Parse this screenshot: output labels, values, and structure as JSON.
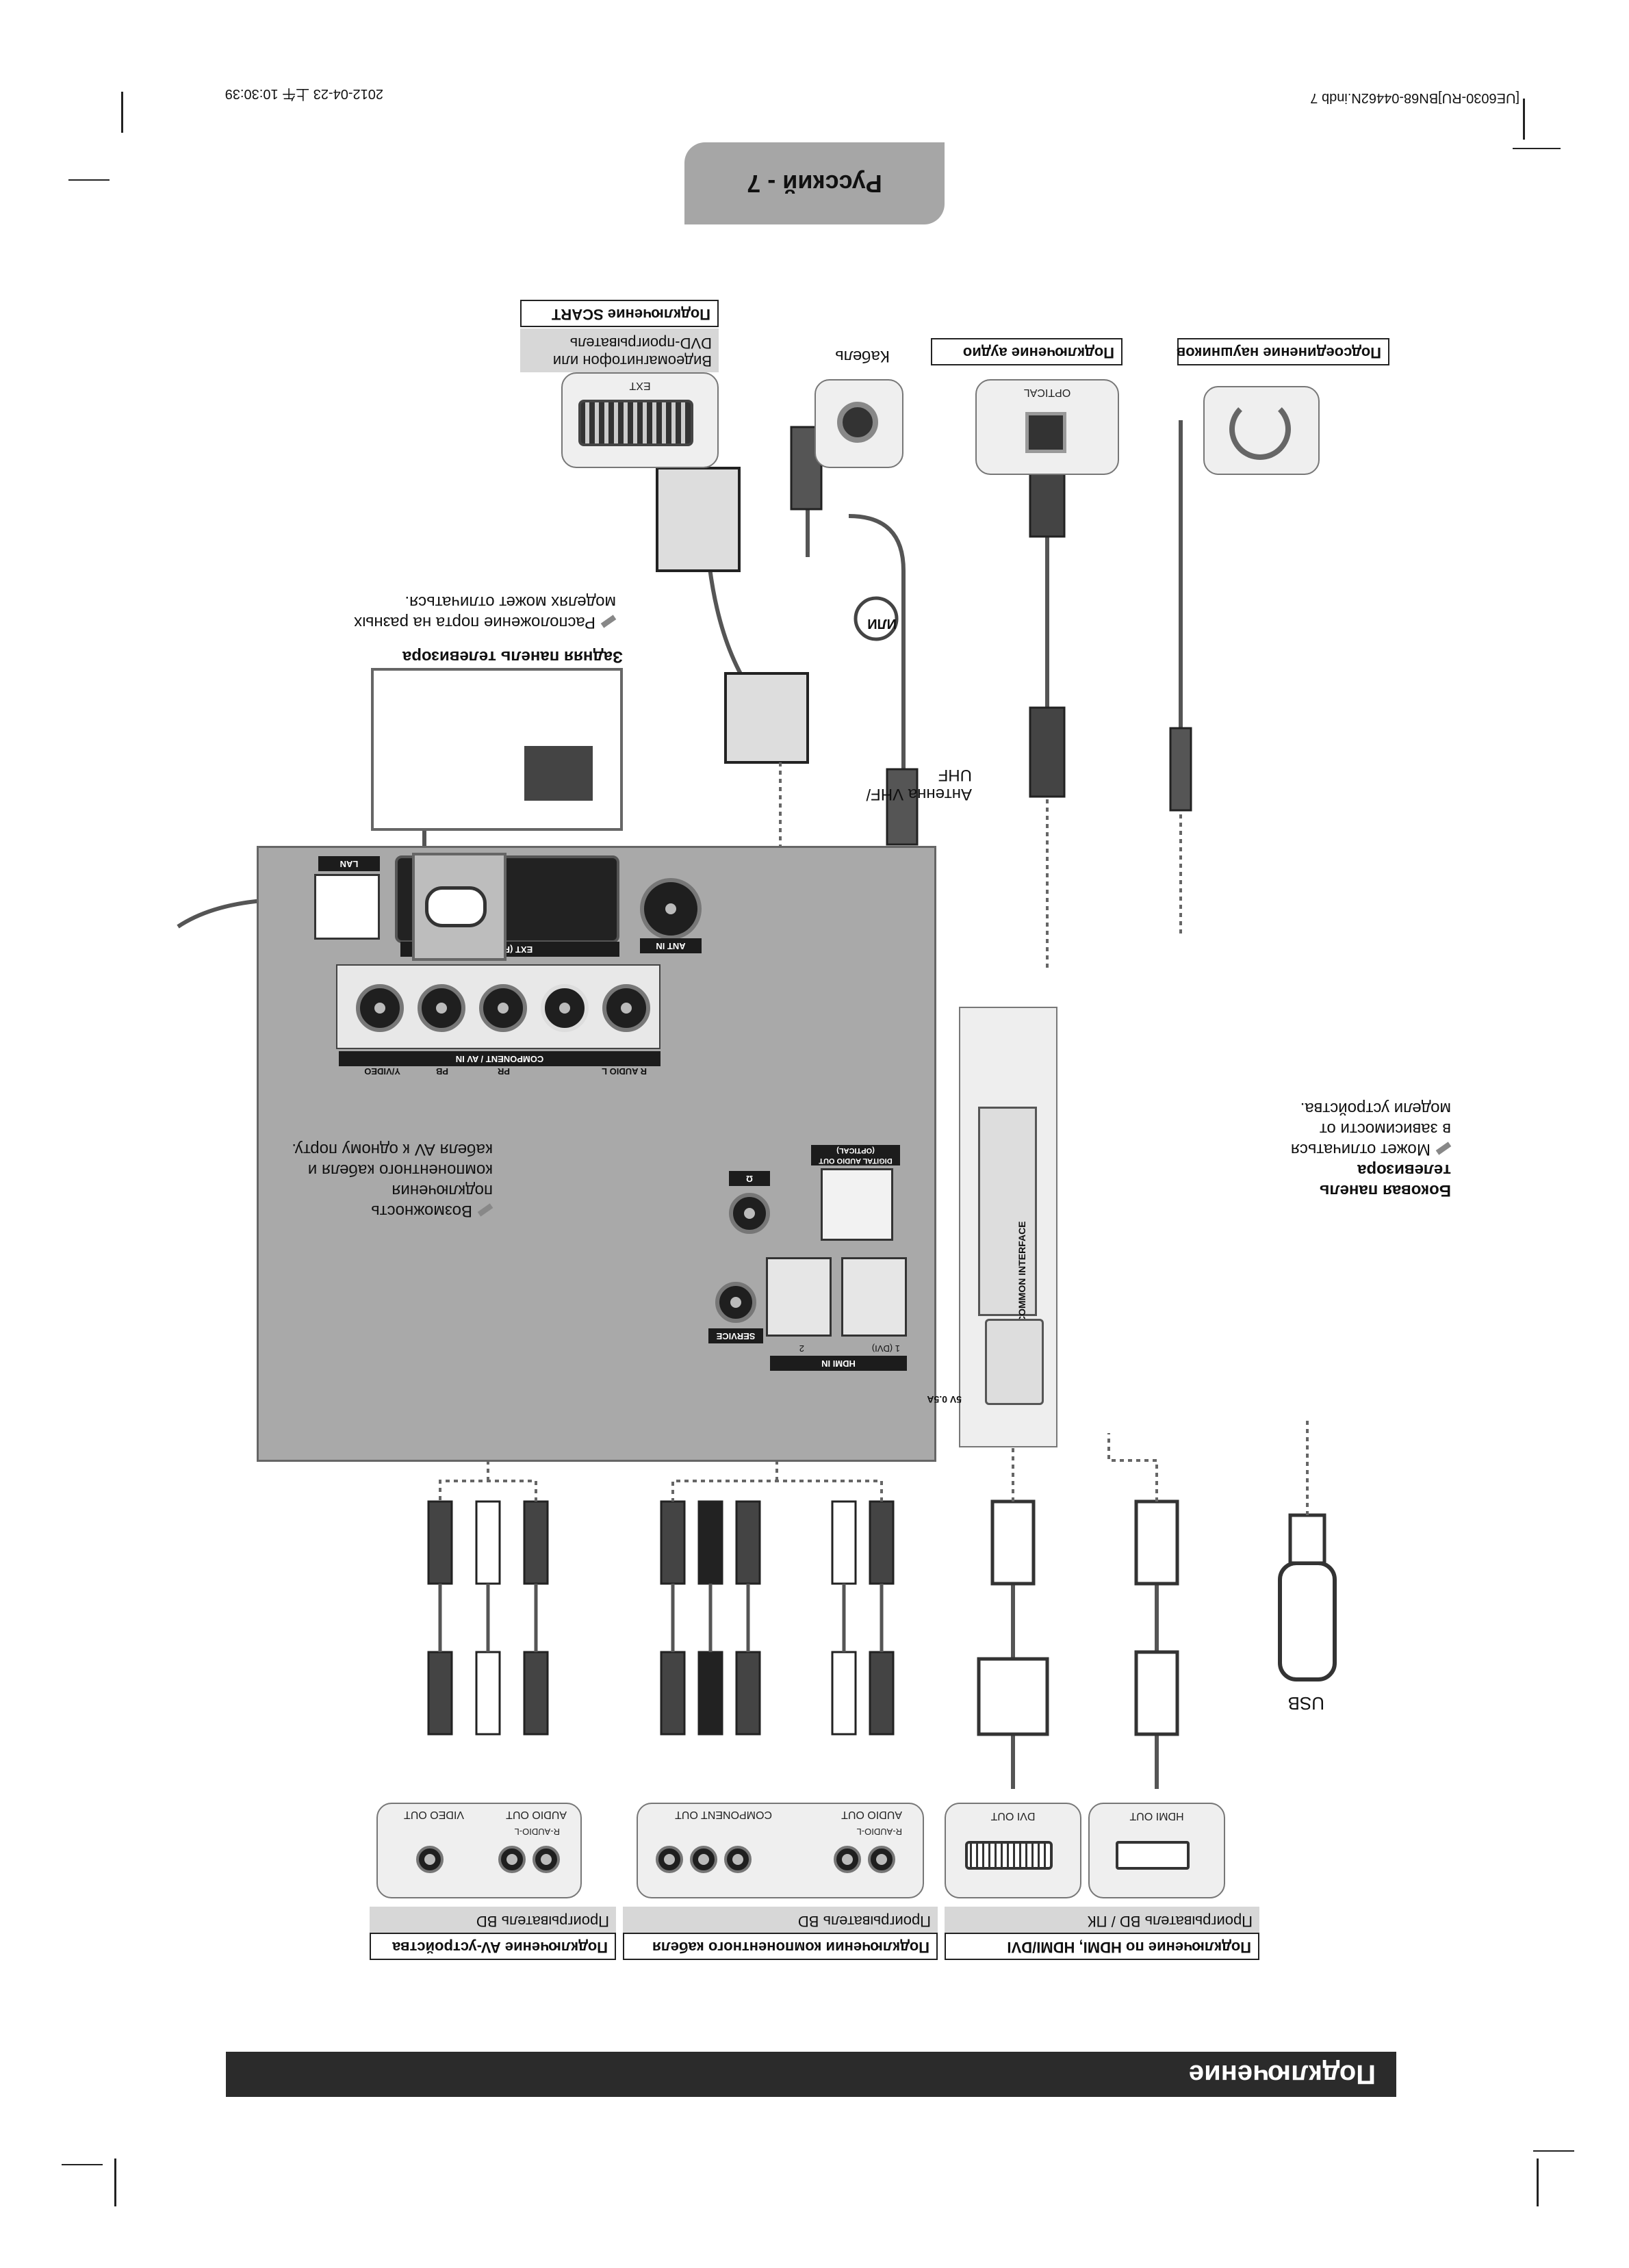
{
  "header": {
    "file_name": "[UE6030-RU]BN68-04462N.indb   7",
    "datetime": "2012-04-23   上午 10:30:39"
  },
  "page_label": "Русский - 7",
  "title": "Подключение",
  "sections": {
    "hdmi": {
      "title": "Подключение по HDMI, HDMI/DVI",
      "subtitle": "Проигрыватель BD / ПК"
    },
    "component": {
      "title": "Подключении компонентного кабеля",
      "subtitle": "Проигрыватель BD"
    },
    "av": {
      "title": "Подключение AV-устройства",
      "subtitle": "Проигрыватель BD"
    },
    "scart": {
      "title": "Подключение SCART",
      "subtitle": "Видеомагнитофон или DVD-проигрыватель"
    },
    "audio": {
      "title": "Подключение аудио"
    },
    "headphones": {
      "title": "Подсоединение наушников"
    }
  },
  "device_ports": {
    "hdmi_out": "HDMI OUT",
    "dvi_out": "DVI OUT",
    "component_out": "COMPONENT OUT",
    "audio_out_comp": "AUDIO OUT",
    "r_audio_l": "R-AUDIO-L",
    "video_out": "VIDEO OUT",
    "audio_out_av": "AUDIO OUT",
    "r_audio_l_av": "R-AUDIO-L",
    "ext": "EXT",
    "optical": "OPTICAL",
    "cable": "Кабель",
    "usb": "USB",
    "antenna": "Антенна VHF/ UHF",
    "or": "ИЛИ"
  },
  "panel_ports": {
    "hdmi_in": "HDMI IN",
    "hdmi1": "1 (DVI)",
    "hdmi2": "2",
    "service": "SERVICE",
    "usb": "5V 0.5A",
    "common_interface": "COMMON INTERFACE",
    "digital_audio_out": "DIGITAL AUDIO OUT (OPTICAL)",
    "headphone": "Ω",
    "component_av_in": "COMPONENT / AV IN",
    "audio_r": "R AUDIO L",
    "pr": "PR",
    "pb": "PB",
    "y_video": "Y/VIDEO",
    "ext_rgb": "EXT (RGB)",
    "ant_in": "ANT IN",
    "lan": "LAN"
  },
  "notes": {
    "back_panel_title": "Задняя панель телевизора",
    "port_location": "Расположение порта на разных моделях может отличаться.",
    "side_panel_title": "Боковая панель телевизора",
    "side_panel_note": "Может отличаться в зависимости от модели устройства.",
    "component_av_note": "Возможность подключения компонентного кабеля и кабеля AV к одному порту."
  },
  "colors": {
    "title_bar": "#2b2b2b",
    "panel": "#a9a9a9",
    "subtitle_bg": "#d7d7d7",
    "page_tab": "#a6a6a6"
  }
}
